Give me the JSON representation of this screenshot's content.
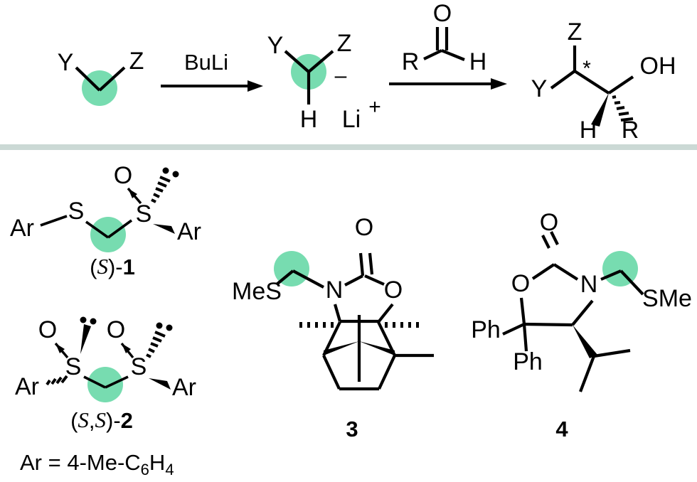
{
  "figure": {
    "title": "Asymmetric carbanion alkylation scheme with chiral sulfur and oxazolidinone auxiliaries",
    "highlight_color": "#77dcb0",
    "divider_color": "#cbd9d5",
    "bond_color": "#000000",
    "background": "#ffffff"
  },
  "top_scheme": {
    "starting_material": {
      "name": "Y-CH2-Z",
      "left_label": "Y",
      "right_label": "Z"
    },
    "arrow1": {
      "reagent": "BuLi"
    },
    "carbanion": {
      "upper_left_label": "Y",
      "upper_right_label": "Z",
      "bottom_label": "H",
      "charge": "–",
      "counterion": "Li",
      "counterion_charge": "+"
    },
    "arrow2": {
      "aldehyde_r": "R",
      "aldehyde_o": "O",
      "aldehyde_h": "H"
    },
    "product": {
      "top_label": "Z",
      "left_label": "Y",
      "stereo_marker": "*",
      "hydroxyl_label": "OH",
      "bottom_left_label": "H",
      "bottom_right_label": "R"
    }
  },
  "auxiliaries": {
    "compound1": {
      "number": "1",
      "descriptor": "(S)-",
      "descriptor_prefix": "(",
      "descriptor_italic": "S",
      "descriptor_suffix": ")-",
      "label_plain": "(S)-1",
      "atoms": {
        "ar_left": "Ar",
        "s_left": "S",
        "s_right": "S",
        "o_top": "O",
        "ar_right": "Ar"
      }
    },
    "compound2": {
      "number": "2",
      "descriptor_prefix": "(",
      "descriptor_italic_1": "S",
      "descriptor_comma": ",",
      "descriptor_italic_2": "S",
      "descriptor_suffix": ")-",
      "label_plain": "(S,S)-2",
      "atoms": {
        "ar_left": "Ar",
        "o_left": "O",
        "s_left": "S",
        "s_right": "S",
        "o_right": "O",
        "ar_right": "Ar"
      }
    },
    "ar_definition": {
      "prefix": "Ar = 4-Me-C",
      "sub1": "6",
      "mid": "H",
      "sub2": "4",
      "plain": "Ar = 4-Me-C6H4"
    },
    "compound3": {
      "number": "3",
      "atoms": {
        "mes": "MeS",
        "n": "N",
        "o_carbonyl": "O",
        "o_ring": "O"
      }
    },
    "compound4": {
      "number": "4",
      "atoms": {
        "o_carbonyl": "O",
        "o_ring": "O",
        "n": "N",
        "sme": "SMe",
        "ph_1": "Ph",
        "ph_2": "Ph"
      }
    }
  }
}
